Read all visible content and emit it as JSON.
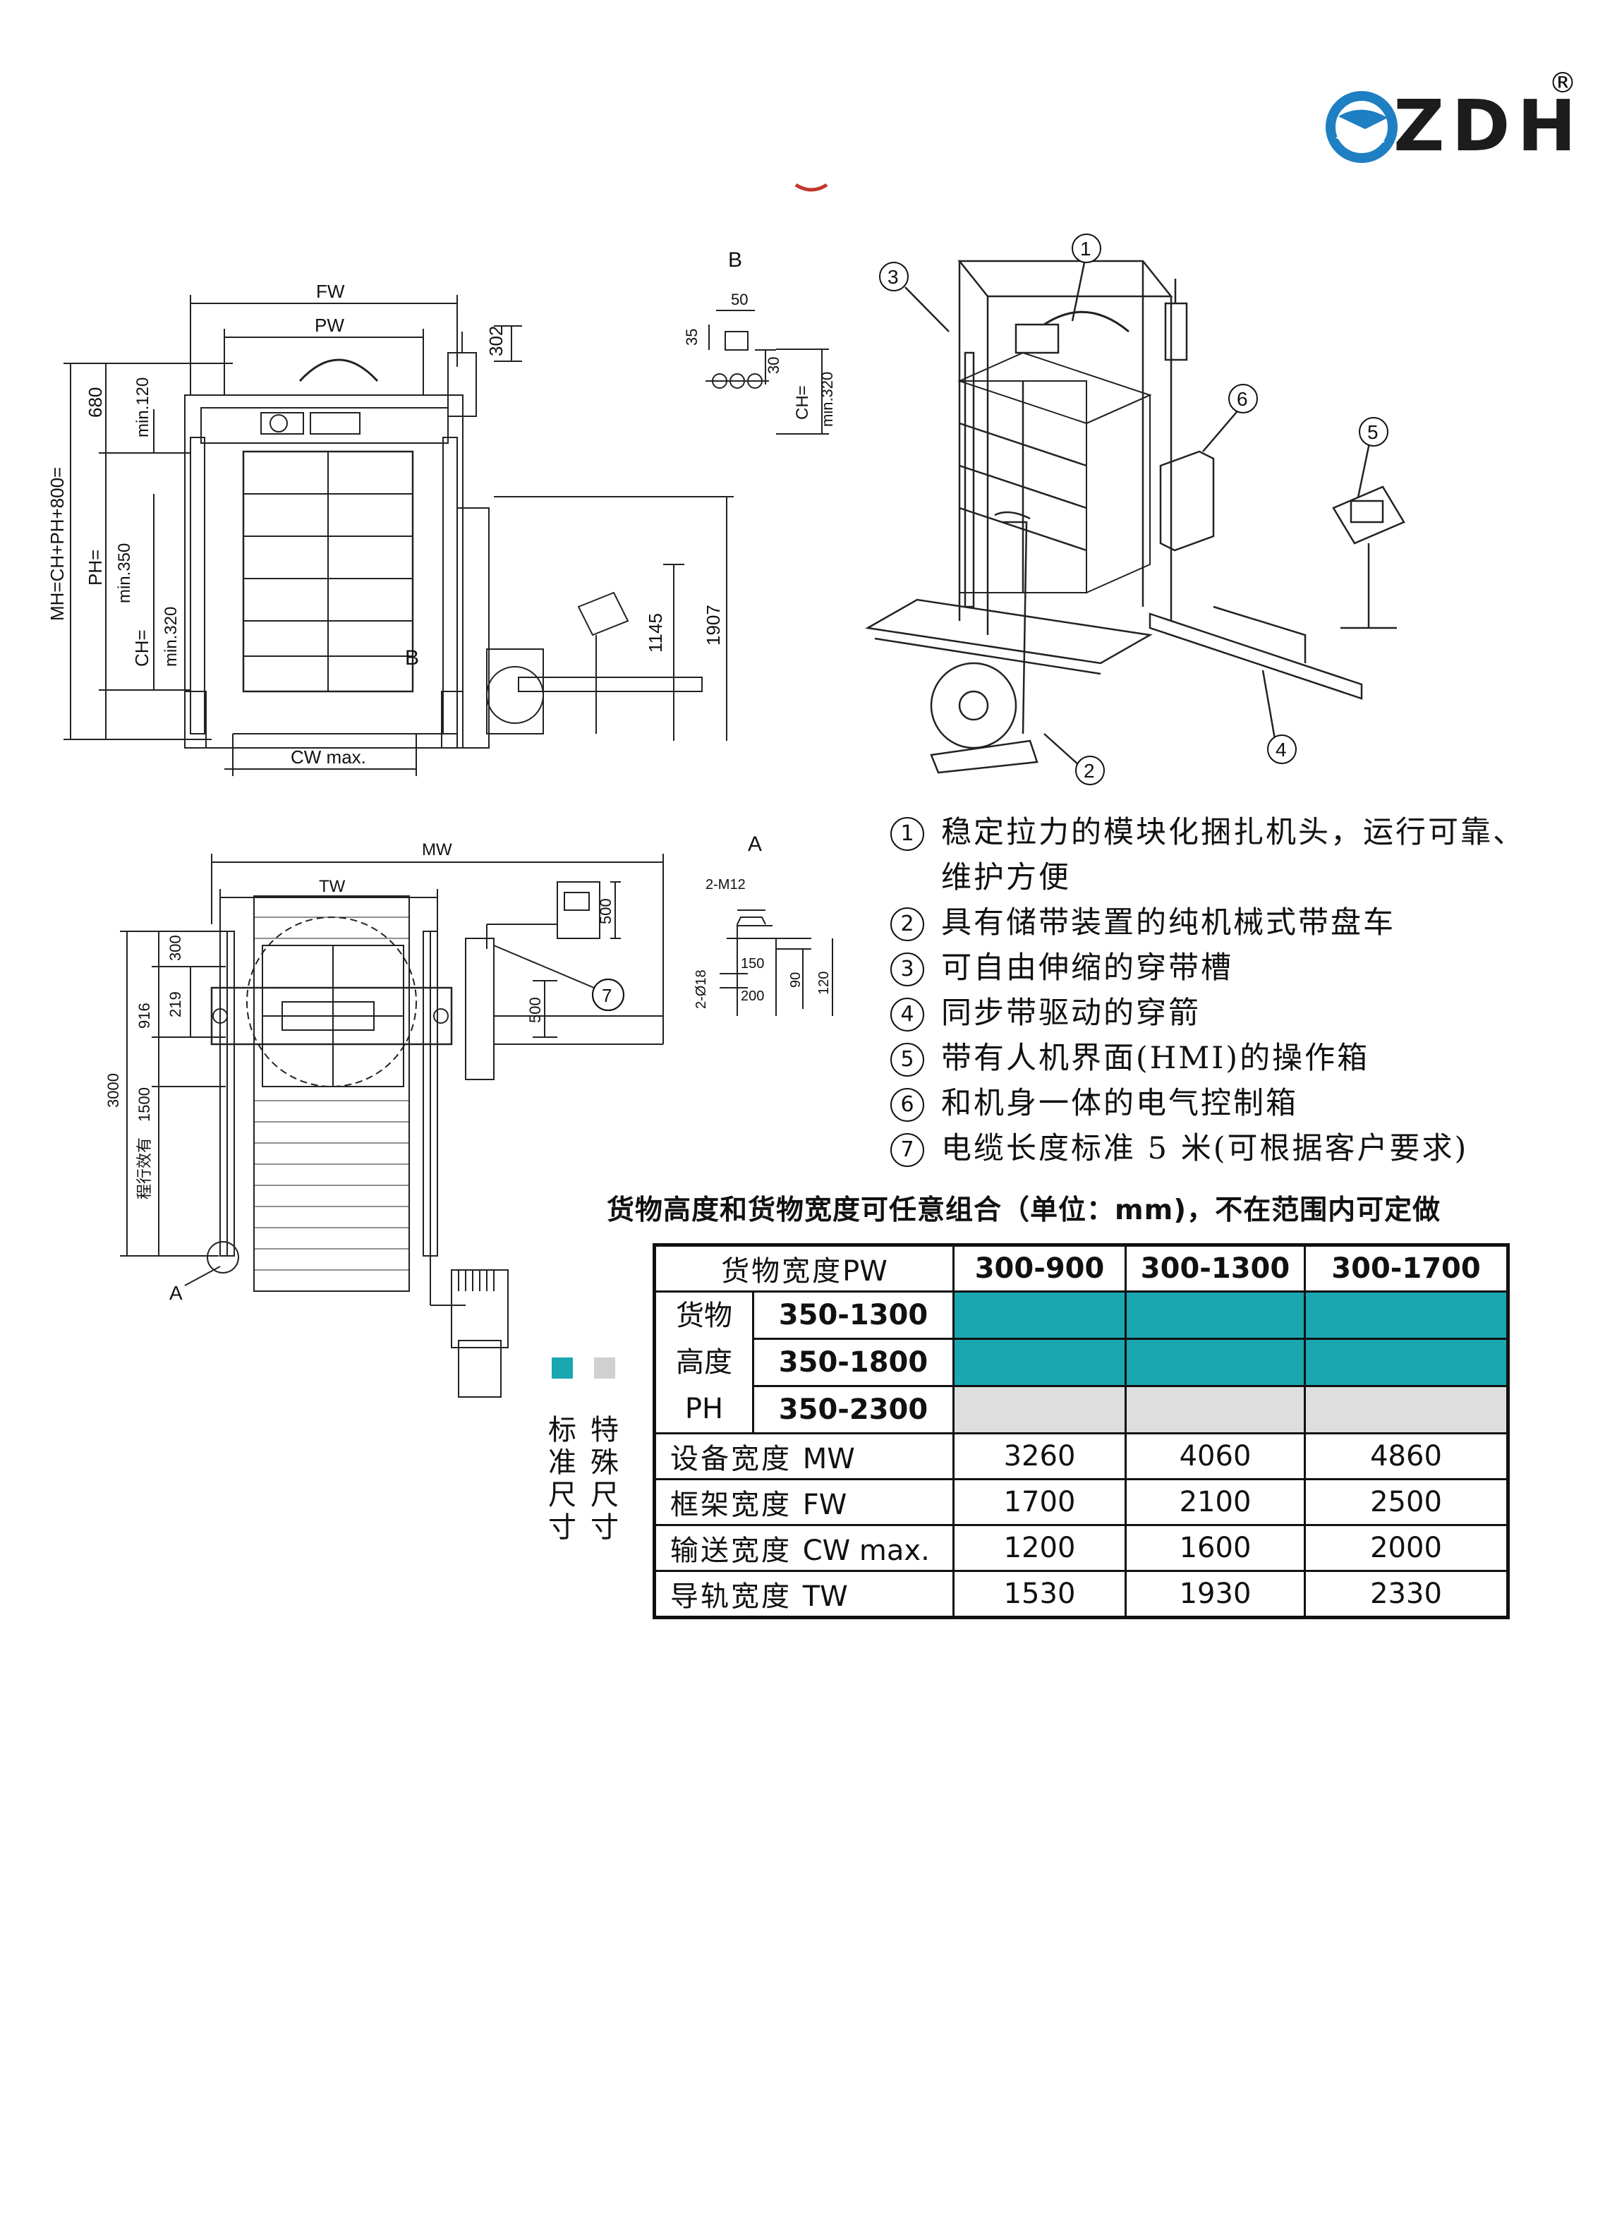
{
  "brand": {
    "name": "ZDH",
    "registered": "®",
    "faded_subtitle": "ТЕУСНАРИ"
  },
  "colors": {
    "standard": "#1aa7b1",
    "special": "#dedede",
    "brand_blue": "#1e7fc2"
  },
  "drawing_top": {
    "FW": "FW",
    "PW": "PW",
    "d302": "302",
    "d680": "680",
    "min120": "min.120",
    "MH": "MH=CH+PH+800=",
    "PH": "PH=",
    "min350": "min.350",
    "CH": "CH=",
    "min320": "min.320",
    "B": "B",
    "d1145": "1145",
    "d1907": "1907",
    "CW": "CW max."
  },
  "detail_b": {
    "title": "B",
    "d50": "50",
    "d35": "35",
    "d30": "30",
    "CH": "CH=",
    "min320": "min.320"
  },
  "drawing_plan": {
    "MW": "MW",
    "TW": "TW",
    "d300": "300",
    "d219": "219",
    "d916": "916",
    "d3000": "3000",
    "d1500": "1500",
    "travel": "程行效有",
    "d500a": "500",
    "d500b": "500",
    "A": "A",
    "callout7": "7"
  },
  "detail_a": {
    "title": "A",
    "m12": "2-M12",
    "d18": "2-Ø18",
    "d150": "150",
    "d200": "200",
    "d90": "90",
    "d120": "120"
  },
  "callouts": [
    "1",
    "2",
    "3",
    "4",
    "5",
    "6"
  ],
  "features": [
    {
      "num": "1",
      "text": "稳定拉力的模块化捆扎机头，运行可靠、维护方便"
    },
    {
      "num": "2",
      "text": "具有储带装置的纯机械式带盘车"
    },
    {
      "num": "3",
      "text": "可自由伸缩的穿带槽"
    },
    {
      "num": "4",
      "text": "同步带驱动的穿箭"
    },
    {
      "num": "5",
      "text": "带有人机界面(HMI)的操作箱"
    },
    {
      "num": "6",
      "text": "和机身一体的电气控制箱"
    },
    {
      "num": "7",
      "text": "电缆长度标准 5 米(可根据客户要求)"
    }
  ],
  "note": "货物高度和货物宽度可任意组合（单位：mm)，不在范围内可定做",
  "legend": {
    "standard": "标准尺寸",
    "special": "特殊尺寸"
  },
  "table": {
    "pw_label_cn": "货物宽度",
    "pw_label_en": "PW",
    "pw_cols": [
      "300-900",
      "300-1300",
      "300-1700"
    ],
    "ph_group": [
      "货物",
      "高度",
      "PH"
    ],
    "ph_rows": [
      {
        "range": "350-1300",
        "type": "standard"
      },
      {
        "range": "350-1800",
        "type": "standard"
      },
      {
        "range": "350-2300",
        "type": "special"
      }
    ],
    "dims": [
      {
        "cn": "设备宽度",
        "en": "MW",
        "values": [
          "3260",
          "4060",
          "4860"
        ]
      },
      {
        "cn": "框架宽度",
        "en": "FW",
        "values": [
          "1700",
          "2100",
          "2500"
        ]
      },
      {
        "cn": "输送宽度",
        "en": "CW max.",
        "values": [
          "1200",
          "1600",
          "2000"
        ]
      },
      {
        "cn": "导轨宽度",
        "en": "TW",
        "values": [
          "1530",
          "1930",
          "2330"
        ]
      }
    ]
  }
}
